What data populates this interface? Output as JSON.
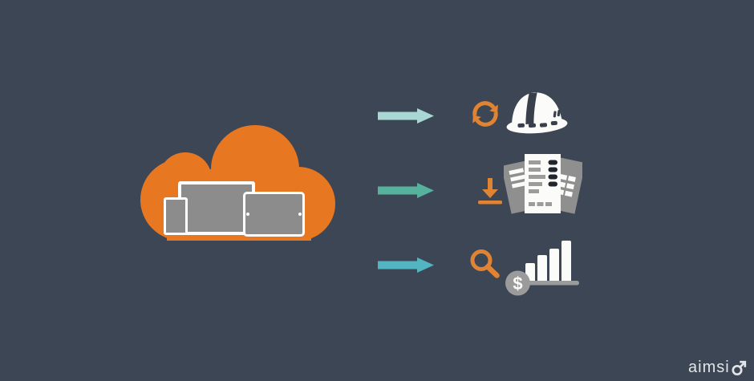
{
  "palette": {
    "background": "#3D4654",
    "cloud_orange": "#E87722",
    "icon_orange": "#E08434",
    "device_gray": "#8C8C8C",
    "page_gray": "#8F8F8F",
    "content_gray": "#9C9C9C",
    "baseline_gray": "#9B9B9B",
    "white": "#FBFBF9",
    "dark_navy": "#39404C",
    "ink": "#20252E",
    "logo_color": "#E2E5E7"
  },
  "cloud": {
    "devices": [
      "phone",
      "monitor",
      "tablet"
    ]
  },
  "flow": {
    "rows": [
      {
        "arrow_color": "#A9D7D4",
        "source_icon": "sync",
        "target_icon": "hard-hat"
      },
      {
        "arrow_color": "#56B29C",
        "source_icon": "download",
        "target_icon": "documents"
      },
      {
        "arrow_color": "#53B4C2",
        "source_icon": "search",
        "target_icon": "bar-chart-dollar"
      }
    ]
  },
  "chart_icon": {
    "dollar_sign": "$",
    "bar_count": 4
  },
  "logo": {
    "text_before_o": "aimsi",
    "final_letter": "o",
    "full_text": "aimsio"
  }
}
